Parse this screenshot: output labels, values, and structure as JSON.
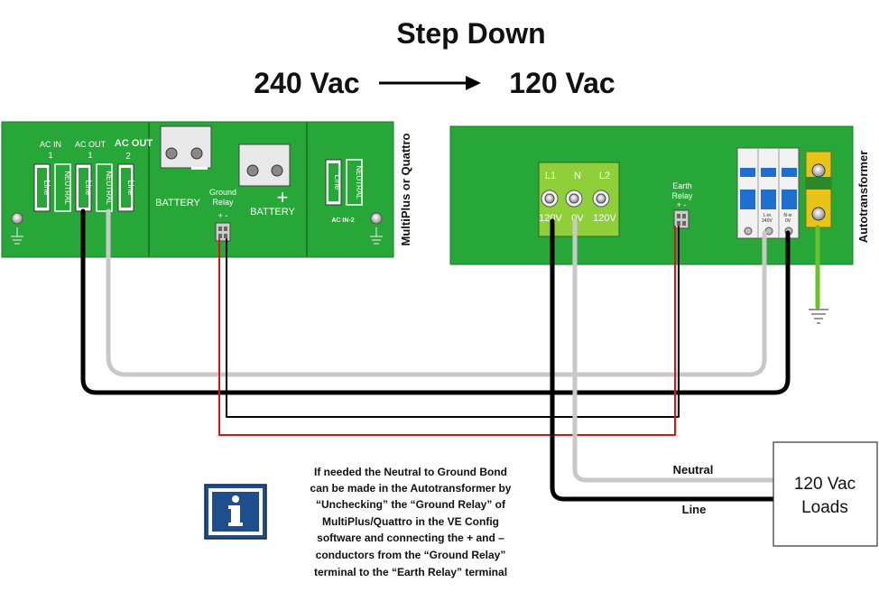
{
  "title": "Step Down",
  "from_voltage": "240 Vac",
  "to_voltage": "120 Vac",
  "multiplus": {
    "side_label": "MultiPlus or Quattro",
    "ac_in_1": [
      "AC IN",
      "1"
    ],
    "ac_out_1": [
      "AC OUT",
      "1"
    ],
    "ac_out_2": [
      "AC OUT",
      "2"
    ],
    "line": "Line",
    "neutral": "NEUTRAL",
    "battery_neg_sign": "—",
    "battery_neg_label": "BATTERY",
    "battery_pos_sign": "+",
    "battery_pos_label": "BATTERY",
    "ground_relay": [
      "Ground",
      "Relay"
    ],
    "ground_relay_signs": "+ -",
    "ac_in_2": "AC IN-2"
  },
  "autotransformer": {
    "side_label": "Autotransformer",
    "terminals": [
      {
        "top": "L1",
        "bottom": "120V"
      },
      {
        "top": "N",
        "bottom": "0V"
      },
      {
        "top": "L2",
        "bottom": "120V"
      }
    ],
    "earth_relay": [
      "Earth",
      "Relay"
    ],
    "earth_relay_signs": "+ -",
    "breaker_labels": [
      "L-in",
      "240V",
      "N-in",
      "0V"
    ]
  },
  "wires": {
    "neutral_label": "Neutral",
    "line_label": "Line"
  },
  "loads": [
    "120 Vac",
    "Loads"
  ],
  "info_note": [
    "If needed the Neutral to Ground Bond",
    "can be made in the Autotransformer by",
    "“Unchecking” the “Ground Relay” of",
    "MultiPlus/Quattro  in the VE Config",
    "software and connecting the   + and –",
    "conductors  from the “Ground Relay”",
    "terminal to the “Earth Relay” terminal"
  ],
  "colors": {
    "board_green": "#26a737",
    "wire_black": "#000000",
    "wire_grey": "#c8c8c8",
    "wire_red": "#e01010",
    "info_blue": "#1f4e8c"
  }
}
